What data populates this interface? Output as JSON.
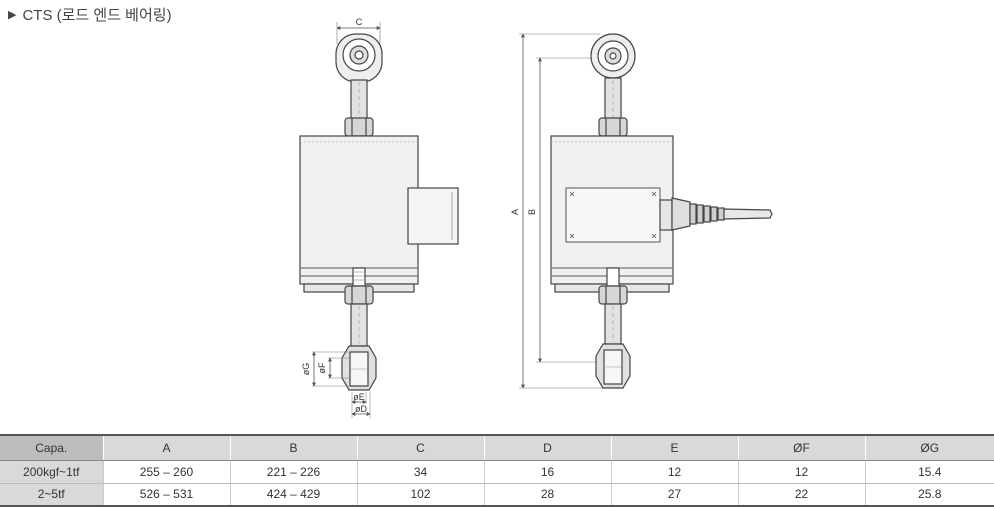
{
  "title": "CTS (로드 엔드 베어링)",
  "drawing": {
    "labels": {
      "c": "C",
      "a": "A",
      "b": "B",
      "g": "øG",
      "f": "øF",
      "e": "øE",
      "d": "øD"
    }
  },
  "table": {
    "headers": [
      "Capa.",
      "A",
      "B",
      "C",
      "D",
      "E",
      "ØF",
      "ØG"
    ],
    "rows": [
      [
        "200kgf~1tf",
        "255 – 260",
        "221 – 226",
        "34",
        "16",
        "12",
        "12",
        "15.4"
      ],
      [
        "2~5tf",
        "526 – 531",
        "424 – 429",
        "102",
        "28",
        "27",
        "22",
        "25.8"
      ]
    ]
  }
}
